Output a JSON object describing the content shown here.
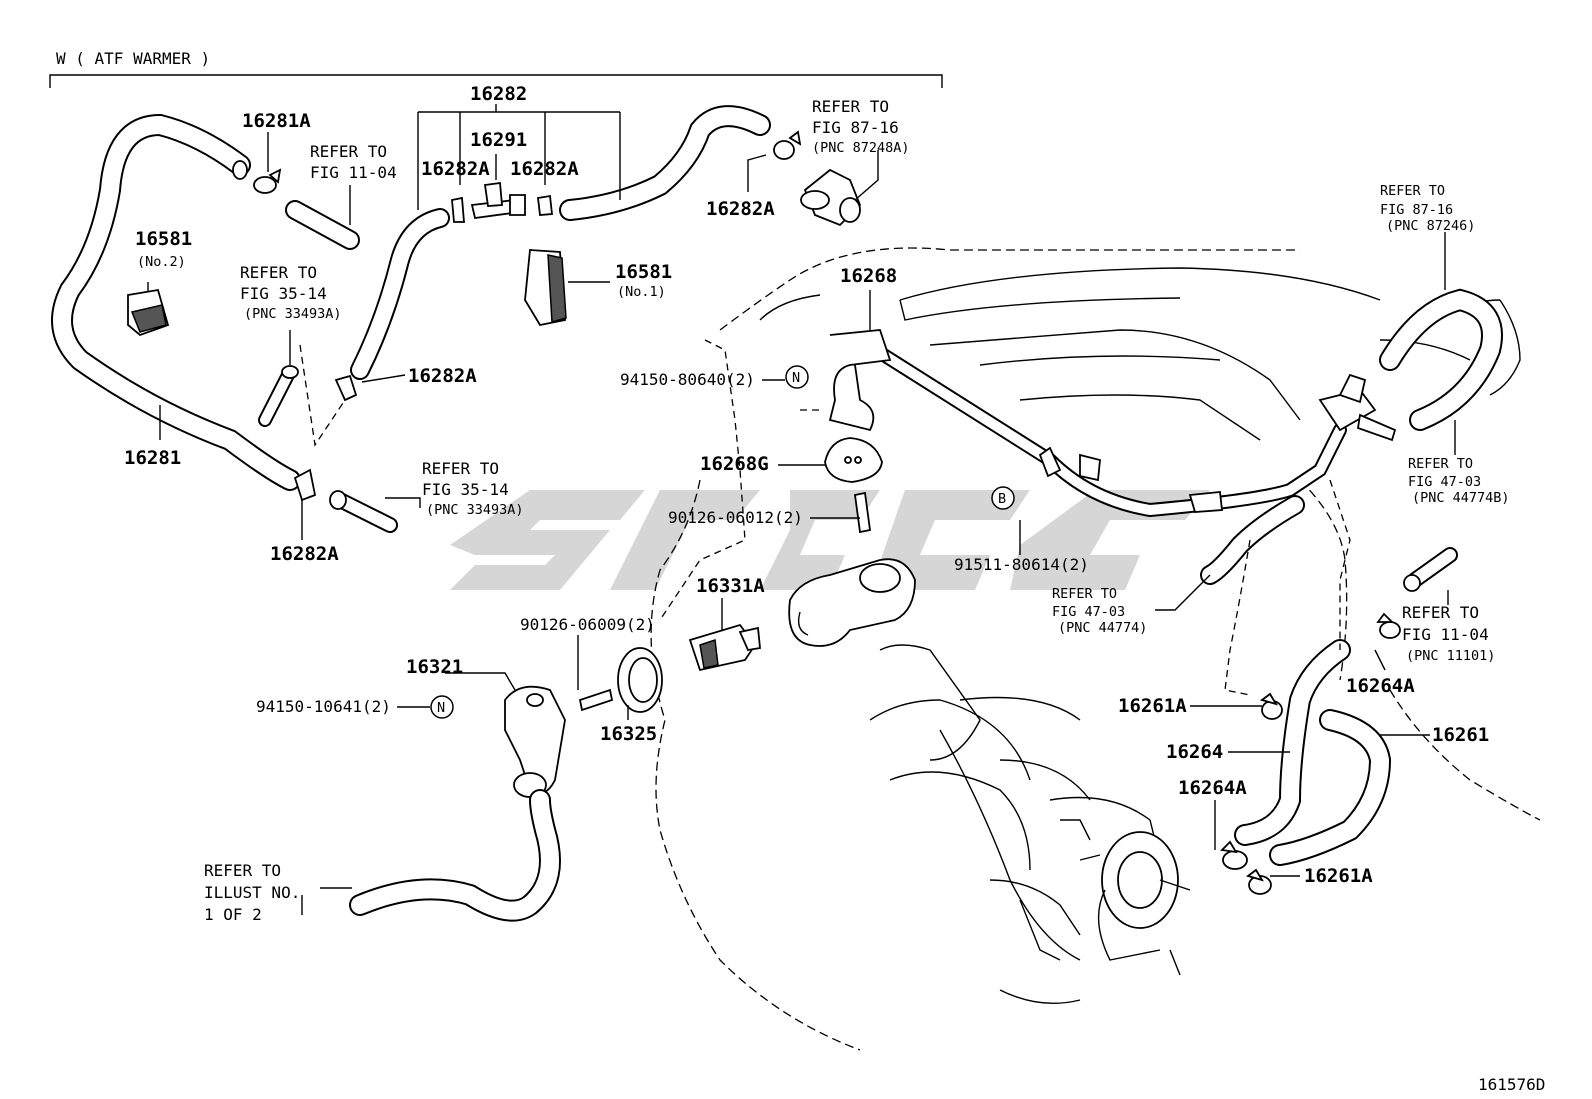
{
  "header": {
    "section_label": "W ( ATF WARMER )",
    "figure_code": "161576D"
  },
  "parts": {
    "p16282": "16282",
    "p16291": "16291",
    "p16281A": "16281A",
    "p16282A_top_left": "16282A",
    "p16282A_top_right": "16282A",
    "p16282A_valve": "16282A",
    "p16282A_mid": "16282A",
    "p16282A_bottom": "16282A",
    "p16581_no2": "16581",
    "p16581_no2_sub": "(No.2)",
    "p16581_no1": "16581",
    "p16581_no1_sub": "(No.1)",
    "p16281": "16281",
    "p16268": "16268",
    "p16268G": "16268G",
    "p94150_80640": "94150-80640(2)",
    "p90126_06012": "90126-06012(2)",
    "p91511_80614": "91511-80614(2)",
    "p16331A": "16331A",
    "p90126_06009": "90126-06009(2)",
    "p16321": "16321",
    "p94150_10641": "94150-10641(2)",
    "p16325": "16325",
    "p16261A_upper": "16261A",
    "p16264A_right": "16264A",
    "p16264": "16264",
    "p16261": "16261",
    "p16264A_lower": "16264A",
    "p16261A_lower": "16261A"
  },
  "symbols": {
    "n_upper": "N",
    "n_lower": "N",
    "b": "B"
  },
  "refs": {
    "fig_11_04_top": [
      "REFER TO",
      "FIG 11-04"
    ],
    "fig_87_16_valve": [
      "REFER TO",
      "FIG 87-16",
      "(PNC 87248A)"
    ],
    "fig_35_14_upper": [
      "REFER TO",
      "FIG 35-14",
      "(PNC 33493A)"
    ],
    "fig_35_14_lower": [
      "REFER TO",
      "FIG 35-14",
      "(PNC 33493A)"
    ],
    "fig_87_16_right": [
      "REFER TO",
      "FIG 87-16",
      "(PNC 87246)"
    ],
    "fig_47_03_right": [
      "REFER TO",
      "FIG 47-03",
      "(PNC 44774B)"
    ],
    "fig_47_03_mid": [
      "REFER TO",
      "FIG 47-03",
      "(PNC 44774)"
    ],
    "fig_11_04_right": [
      "REFER TO",
      "FIG 11-04",
      "(PNC 11101)"
    ],
    "illust": [
      "REFER TO",
      "ILLUST NO.",
      "1 OF 2"
    ]
  }
}
